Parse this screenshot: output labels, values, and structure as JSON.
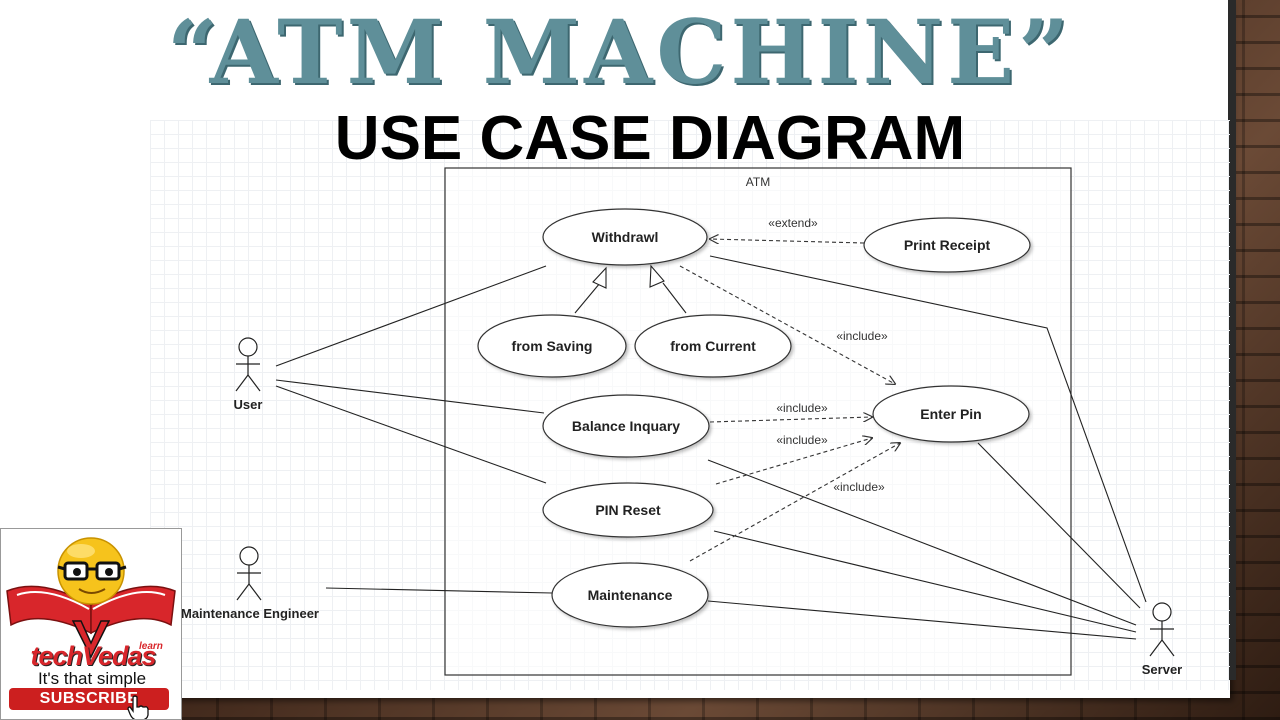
{
  "title": "“ATM MACHINE”",
  "subtitle": "USE CASE DIAGRAM",
  "diagram": {
    "system": "ATM",
    "use_cases": {
      "withdrawl": "Withdrawl",
      "print_receipt": "Print Receipt",
      "from_saving": "from Saving",
      "from_current": "from Current",
      "balance_inquary": "Balance Inquary",
      "enter_pin": "Enter Pin",
      "pin_reset": "PIN Reset",
      "maintenance": "Maintenance"
    },
    "actors": {
      "user": "User",
      "maintenance_engineer": "Maintenance Engineer",
      "server": "Server"
    },
    "stereotypes": {
      "extend": "«extend»",
      "include": "«include»"
    }
  },
  "badge": {
    "brand": "techVedas",
    "learn": "learn",
    "tagline": "It's that simple",
    "subscribe": "SUBSCRIBE"
  }
}
